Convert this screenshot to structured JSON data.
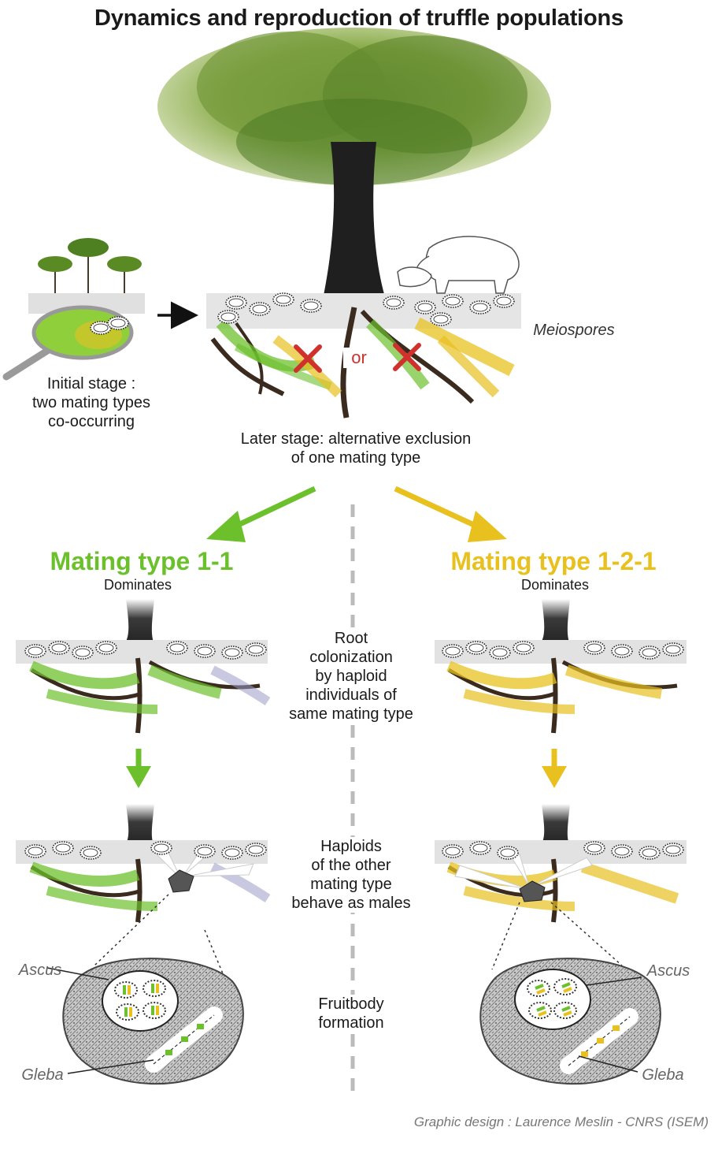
{
  "title": "Dynamics and reproduction of truffle populations",
  "initial_stage": [
    "Initial stage :",
    "two mating types",
    "co-occurring"
  ],
  "meiospores_label": "Meiospores",
  "or_label": "or",
  "later_stage": [
    "Later stage: alternative exclusion",
    "of one mating type"
  ],
  "left_branch": {
    "title": "Mating type 1-1",
    "subtitle": "Dominates",
    "color": "#6cc02c"
  },
  "right_branch": {
    "title": "Mating type 1-2-1",
    "subtitle": "Dominates",
    "color": "#e8c11f"
  },
  "center_steps": {
    "root_colonization": [
      "Root",
      "colonization",
      "by haploid",
      "individuals of",
      "same mating type"
    ],
    "haploids": [
      "Haploids",
      "of the other",
      "mating type",
      "behave as males"
    ],
    "fruitbody": [
      "Fruitbody",
      "formation"
    ]
  },
  "labels": {
    "ascus": "Ascus",
    "gleba": "Gleba"
  },
  "credit": "Graphic design : Laurence Meslin - CNRS (ISEM)",
  "colors": {
    "green": "#6cc02c",
    "yellow": "#e8c11f",
    "cross": "#d0312d",
    "root": "#3a2b1e",
    "soil": "#dcdcdc"
  }
}
